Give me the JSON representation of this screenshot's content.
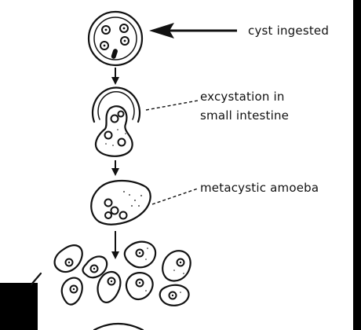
{
  "labels": {
    "cyst_ingested": "cyst ingested",
    "excystation_line1": "excystation in",
    "excystation_line2": "small intestine",
    "metacystic": "metacystic amoeba"
  },
  "colors": {
    "ink": "#111111",
    "background": "#ffffff",
    "frame_border": "#000000"
  },
  "stages": [
    "cyst",
    "excystation",
    "metacystic-amoeba",
    "trophozoites"
  ]
}
